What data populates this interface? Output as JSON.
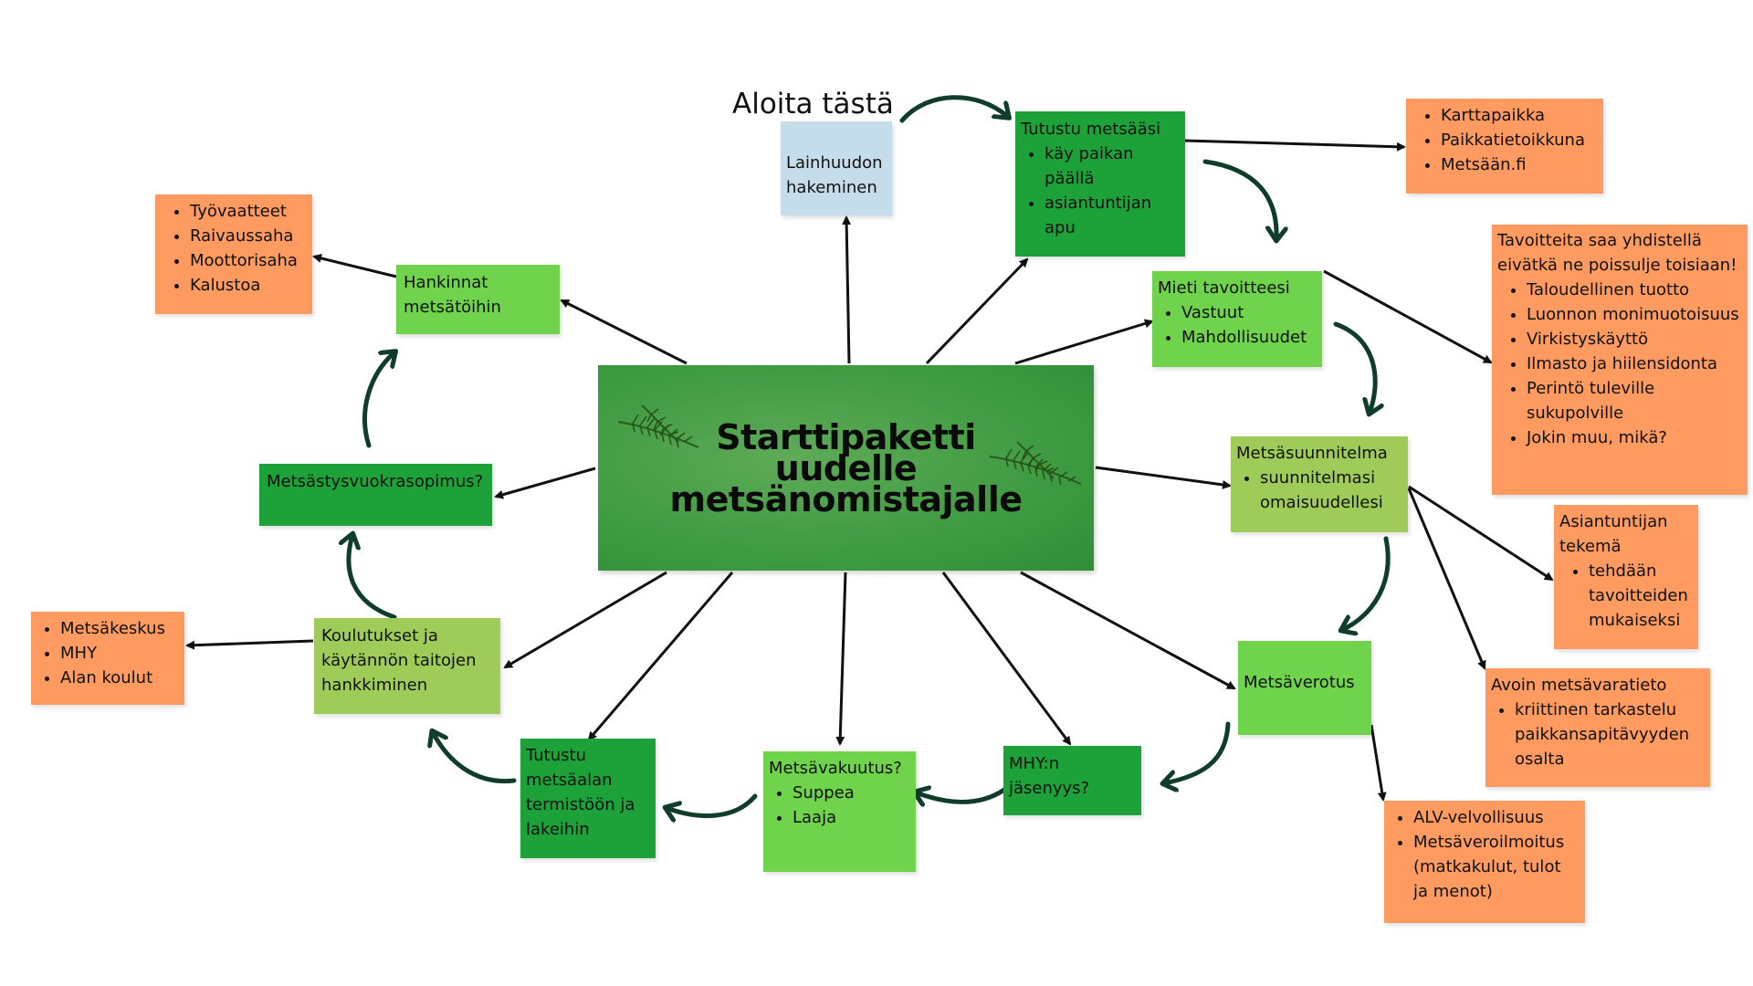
{
  "start_label": "Aloita tästä",
  "center": {
    "title_lines": [
      "Starttipaketti",
      "uudelle",
      "metsänomistajalle"
    ]
  },
  "nodes": {
    "lainhuudon": {
      "text": "Lainhuudon hakeminen"
    },
    "tutustu_metsaasi": {
      "head": "Tutustu metsääsi",
      "items": [
        "käy paikan päällä",
        "asiantuntijan apu"
      ]
    },
    "karttapaikka": {
      "items": [
        "Karttapaikka",
        "Paikkatietoikkuna",
        "Metsään.fi"
      ]
    },
    "mieti_tavoitteesi": {
      "head": "Mieti tavoitteesi",
      "items": [
        "Vastuut",
        "Mahdollisuudet"
      ]
    },
    "tavoitteita": {
      "head": "Tavoitteita saa yhdistellä eivätkä ne poissulje toisiaan!",
      "items": [
        "Taloudellinen tuotto",
        "Luonnon monimuotoisuus",
        "Virkistyskäyttö",
        "Ilmasto ja hiilensidonta",
        "Perintö tuleville sukupolville",
        "Jokin muu, mikä?"
      ]
    },
    "metsasuunnitelma": {
      "head": "Metsäsuunnitelma",
      "items": [
        "suunnitelmasi omaisuudellesi"
      ]
    },
    "asiantuntijan_tekema": {
      "head": "Asiantuntijan tekemä",
      "items": [
        "tehdään tavoitteiden mukaiseksi"
      ]
    },
    "avoin_metsavaratieto": {
      "head": "Avoin metsävaratieto",
      "items": [
        "kriittinen tarkastelu paikkansapitävyyden osalta"
      ]
    },
    "metsaverotus": {
      "text": "Metsäverotus"
    },
    "alv": {
      "items": [
        "ALV-velvollisuus",
        "Metsäveroilmoitus (matkakulut, tulot ja menot)"
      ]
    },
    "mhy_jasenyys": {
      "text": "MHY:n jäsenyys?"
    },
    "metsavakuutus": {
      "head": "Metsävakuutus?",
      "items": [
        "Suppea",
        "Laaja"
      ]
    },
    "termisto": {
      "text": "Tutustu metsäalan termistöön ja lakeihin"
    },
    "koulutukset": {
      "text": "Koulutukset ja käytännön taitojen hankkiminen"
    },
    "metsakeskus": {
      "items": [
        "Metsäkeskus",
        "MHY",
        "Alan koulut"
      ]
    },
    "metsastys": {
      "text": "Metsästysvuokrasopimus?"
    },
    "hankinnat": {
      "text": "Hankinnat metsätöihin"
    },
    "tyovaatteet": {
      "items": [
        "Työvaatteet",
        "Raivaussaha",
        "Moottorisaha",
        "Kalustoa"
      ]
    }
  },
  "colors": {
    "dark_green": "#1da23a",
    "mid_green": "#6fd34c",
    "light_green": "#9fcc59",
    "orange": "#ff9a60",
    "blue": "#c5dcea",
    "arrow": "#111111",
    "curved_arrow": "#0f3d2a"
  }
}
